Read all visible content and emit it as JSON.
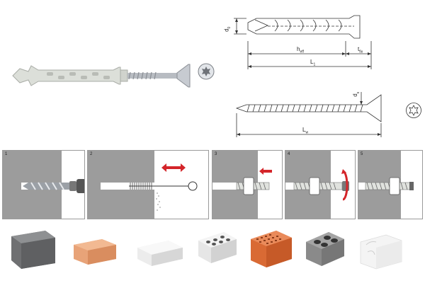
{
  "dimensions": {
    "d0": "d",
    "d0_sub": "0",
    "hef": "h",
    "hef_sub": "eff",
    "tfix": "t",
    "tfix_sub": "fix",
    "l1": "L",
    "l1_sub": "1",
    "ds": "d",
    "ds_sub": "s",
    "lw": "L",
    "lw_sub": "w"
  },
  "steps": [
    {
      "number": "1"
    },
    {
      "number": "2"
    },
    {
      "number": "3"
    },
    {
      "number": "4"
    },
    {
      "number": "5"
    }
  ],
  "colors": {
    "wall": "#9c9c9c",
    "arrow": "#d4252a",
    "anchor_body": "#d8dcd6",
    "screw": "#b8bcc2"
  },
  "materials": [
    {
      "icon": "concrete-block-icon",
      "color": "#6f7072"
    },
    {
      "icon": "solid-brick-icon",
      "color": "#e8a378"
    },
    {
      "icon": "aerated-concrete-block-icon",
      "color": "#ececec"
    },
    {
      "icon": "perforated-sand-lime-brick-icon",
      "color": "#e6e6e6"
    },
    {
      "icon": "hollow-clay-block-icon",
      "color": "#d96a34"
    },
    {
      "icon": "hollow-concrete-block-icon",
      "color": "#8a8a8a"
    },
    {
      "icon": "hollow-white-block-icon",
      "color": "#f4f4f4"
    }
  ]
}
